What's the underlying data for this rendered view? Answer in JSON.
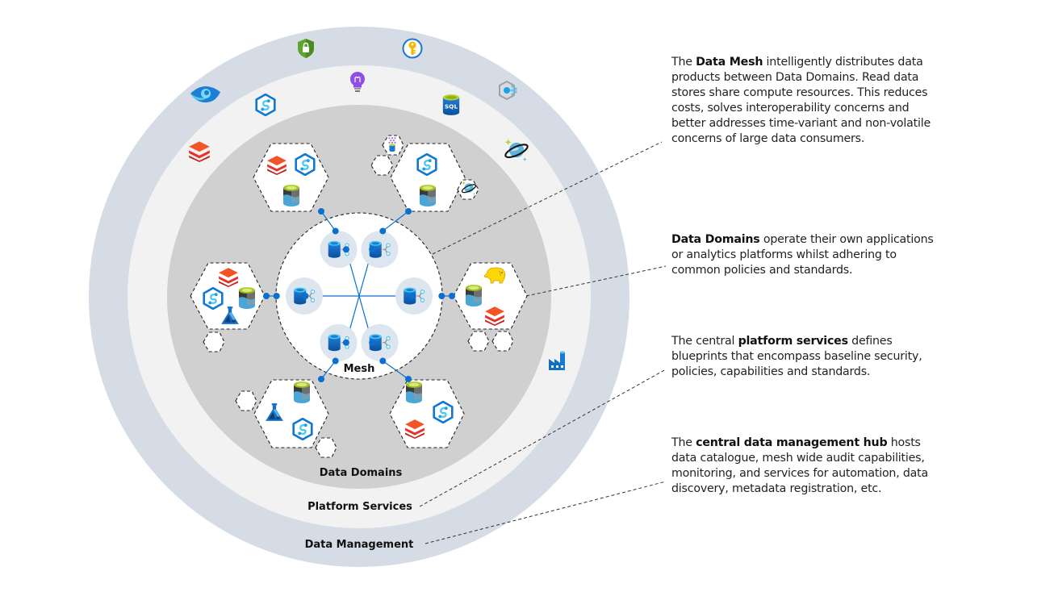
{
  "diagram": {
    "rings": [
      {
        "name": "Data Management",
        "color": "#d6dce6"
      },
      {
        "name": "Platform Services",
        "color": "#f2f2f2"
      },
      {
        "name": "Data Domains",
        "color": "#d0d0d0"
      }
    ],
    "mesh": {
      "label": "Mesh",
      "node_count": 6,
      "node_icon": "azure-data-lake-share-icon",
      "line_color": "#0a6fcf"
    },
    "data_management_icons": [
      "azure-security-center-icon",
      "azure-key-vault-icon",
      "azure-purview-eye-icon",
      "azure-cognitive-search-icon",
      "azure-databricks-icon",
      "azure-cosmos-db-icon",
      "azure-data-factory-icon"
    ],
    "platform_services_icons": [
      "azure-synapse-icon",
      "application-insights-icon",
      "azure-sql-icon"
    ],
    "domains": [
      {
        "position": "top-left",
        "icons": [
          "databricks-icon",
          "synapse-icon",
          "data-lake-storage-icon"
        ]
      },
      {
        "position": "top-right",
        "icons": [
          "synapse-icon",
          "data-lake-storage-icon"
        ],
        "satellites": [
          "event-hub-icon",
          "empty",
          "cosmos-db-icon"
        ]
      },
      {
        "position": "left",
        "icons": [
          "databricks-icon",
          "synapse-icon",
          "data-lake-storage-icon",
          "machine-learning-icon"
        ],
        "satellites": [
          "empty"
        ]
      },
      {
        "position": "right",
        "icons": [
          "hdinsight-hadoop-icon",
          "data-lake-storage-icon",
          "databricks-icon"
        ],
        "satellites": [
          "empty",
          "empty"
        ]
      },
      {
        "position": "bottom-left",
        "icons": [
          "data-lake-storage-icon",
          "machine-learning-icon",
          "synapse-icon"
        ],
        "satellites": [
          "empty",
          "empty"
        ]
      },
      {
        "position": "bottom-right",
        "icons": [
          "data-lake-storage-icon",
          "synapse-icon",
          "databricks-icon"
        ]
      }
    ],
    "labels": {
      "domains": "Data Domains",
      "platform": "Platform Services",
      "management": "Data Management"
    }
  },
  "descriptions": {
    "mesh": {
      "prefix": "The ",
      "bold": "Data Mesh",
      "rest": " intelligently distributes data products between Data Domains. Read data stores share compute resources. This reduces costs, solves interoperability concerns and better addresses time-variant and non-volatile concerns of large data consumers."
    },
    "domains": {
      "prefix": "",
      "bold": "Data Domains",
      "rest": " operate their own applications or analytics platforms whilst adhering to common policies and standards."
    },
    "platform": {
      "prefix": "The central ",
      "bold": "platform services",
      "rest": " defines blueprints that encompass baseline security, policies, capabilities and standards."
    },
    "management": {
      "prefix": "The ",
      "bold": "central data management hub",
      "rest": " hosts data catalogue, mesh wide audit capabilities, monitoring, and services for automation, data discovery, metadata registration, etc."
    }
  }
}
